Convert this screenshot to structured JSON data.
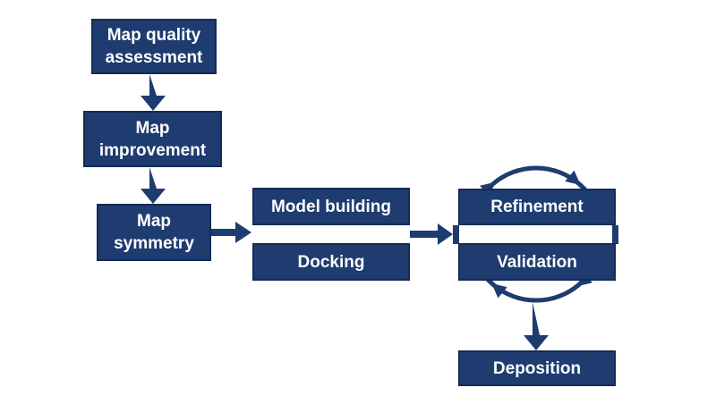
{
  "diagram": {
    "boxes": {
      "map_quality": {
        "line1": "Map quality",
        "line2": "assessment"
      },
      "map_improvement": {
        "line1": "Map",
        "line2": "improvement"
      },
      "map_symmetry": {
        "line1": "Map",
        "line2": "symmetry"
      },
      "model_building": {
        "line1": "Model building"
      },
      "docking": {
        "line1": "Docking"
      },
      "refinement": {
        "line1": "Refinement"
      },
      "validation": {
        "line1": "Validation"
      },
      "deposition": {
        "line1": "Deposition"
      }
    },
    "connectors": [
      "map-quality-to-map-improvement-down-arrow",
      "map-improvement-to-map-symmetry-down-arrow",
      "map-symmetry-to-model-docking-right-arrow",
      "model-docking-to-refinement-validation-right-arrow",
      "refinement-validation-cycle-clockwise",
      "cycle-to-deposition-down-arrow"
    ]
  },
  "colors": {
    "box_fill": "#1e3c70",
    "box_border": "#152c52",
    "arrow": "#1e3c70",
    "background": "#ffffff",
    "text": "#ffffff"
  }
}
